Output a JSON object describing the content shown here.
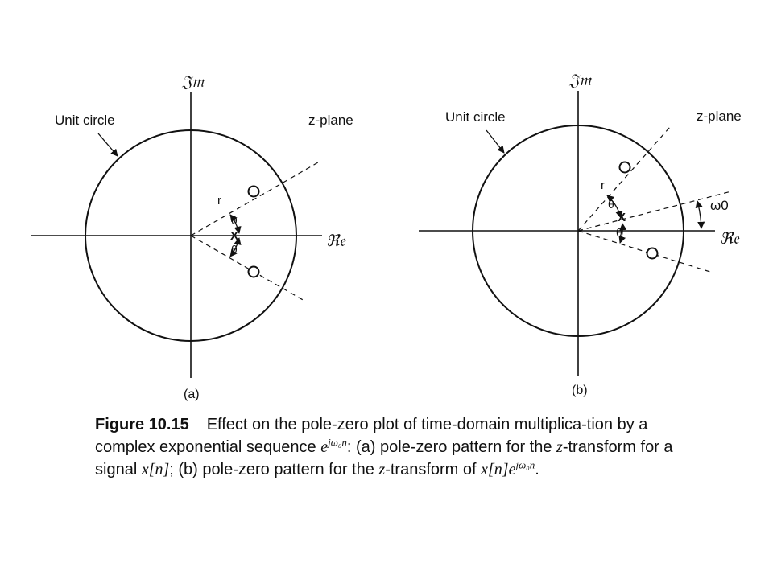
{
  "panels": [
    {
      "id": "a",
      "label": "(a)",
      "axis_im": "𝔍𝔪",
      "axis_re": "ℜ𝔢",
      "unit_circle_label": "Unit circle",
      "plane_label": "z-plane",
      "radius_label": "r",
      "angle_label_top": "θ",
      "angle_label_bottom": "θ",
      "pole_marker": "X",
      "zero_angle_deg": 30,
      "rotation_deg": 0
    },
    {
      "id": "b",
      "label": "(b)",
      "axis_im": "𝔍𝔪",
      "axis_re": "ℜ𝔢",
      "unit_circle_label": "Unit circle",
      "plane_label": "z-plane",
      "radius_label": "r",
      "angle_label_top": "θ",
      "angle_label_bottom": "θ",
      "pole_marker": "X",
      "omega_label": "ω0",
      "zero_angle_deg": 30,
      "rotation_deg": 12
    }
  ],
  "caption": {
    "figure_label": "Figure 10.15",
    "text_1": "Effect on the pole-zero plot of time-domain multiplica-tion by a complex exponential sequence ",
    "seq_base": "e",
    "seq_exp": "jω₀n",
    "text_2": ": (a) pole-zero pattern for the ",
    "z1": "z",
    "text_3": "-transform for a signal ",
    "signal": "x[n]",
    "text_4": "; (b) pole-zero pattern for the ",
    "z2": "z",
    "text_5": "-transform of ",
    "signal2": "x[n]e",
    "signal2_exp": "jω₀n",
    "text_6": "."
  }
}
